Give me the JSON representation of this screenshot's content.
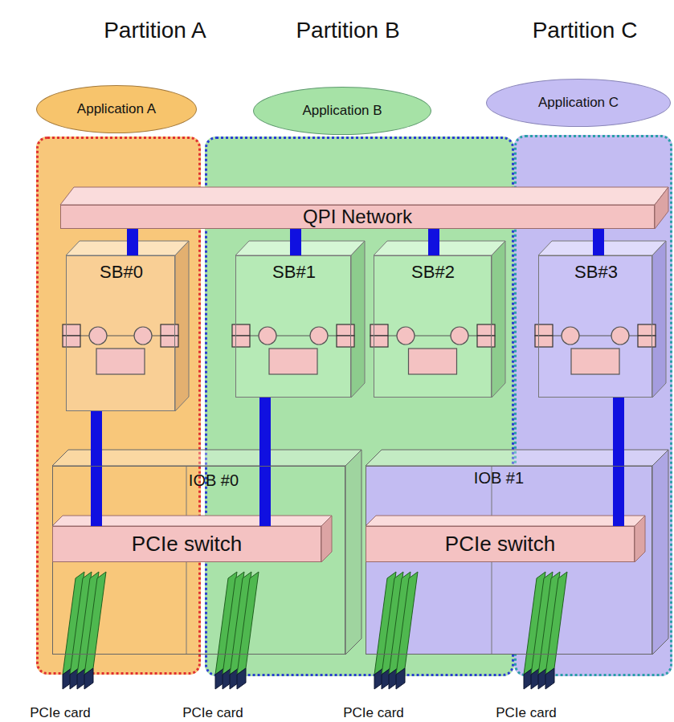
{
  "diagram": {
    "nodes": [
      {
        "text": [
          "Partition A"
        ]
      },
      {
        "text": [
          "Partition B"
        ]
      },
      {
        "text": [
          "Partition C"
        ]
      },
      {
        "text": [
          "Application A"
        ]
      },
      {
        "text": [
          "Application B"
        ]
      },
      {
        "text": [
          "Application C"
        ]
      },
      {
        "text": [
          "QPI Network"
        ]
      },
      {
        "text": [
          "SB#0"
        ]
      },
      {
        "text": [
          "SB#1"
        ]
      },
      {
        "text": [
          "SB#2"
        ]
      },
      {
        "text": [
          "SB#3"
        ]
      },
      {
        "text": [
          "IOB #0"
        ]
      },
      {
        "text": [
          "PCIe switch"
        ],
        "in": 11
      },
      {
        "text": [
          "IOB #1"
        ]
      },
      {
        "text": [
          "PCIe switch"
        ],
        "in": 13
      }
    ],
    "edges": [
      {
        "from": 7,
        "to": 6,
        "arrow": "none"
      },
      {
        "from": 8,
        "to": 6,
        "arrow": "none"
      },
      {
        "from": 9,
        "to": 6,
        "arrow": "none"
      },
      {
        "from": 10,
        "to": 6,
        "arrow": "none"
      },
      {
        "from": 7,
        "to": 12,
        "arrow": "none"
      },
      {
        "from": 8,
        "to": 12,
        "arrow": "none"
      },
      {
        "from": 10,
        "to": 14,
        "arrow": "none"
      }
    ],
    "labels": [
      "PCIe card",
      "PCIe card",
      "PCIe card",
      "PCIe card"
    ]
  }
}
